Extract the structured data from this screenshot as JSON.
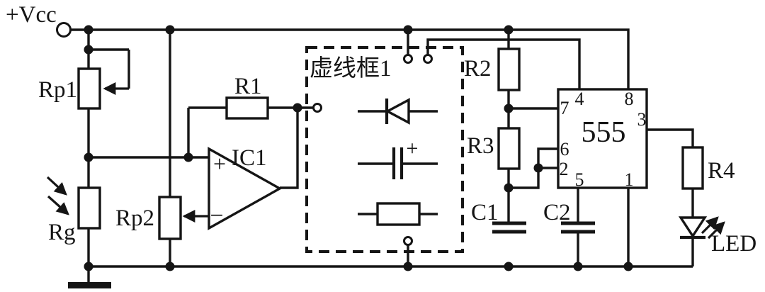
{
  "colors": {
    "ink": "#151515",
    "background": "#ffffff"
  },
  "power": {
    "vcc": "+Vcc"
  },
  "resistors": {
    "rp1": "Rp1",
    "rg": "Rg",
    "rp2": "Rp2",
    "r1": "R1",
    "r2": "R2",
    "r3": "R3",
    "r4": "R4"
  },
  "capacitors": {
    "c1": "C1",
    "c2": "C2"
  },
  "opamp": {
    "label": "IC1",
    "noninverting": "+",
    "inverting": "−"
  },
  "dashed_box": {
    "title": "虚线框1",
    "capacitor_plus": "+"
  },
  "timer": {
    "label": "555",
    "pins": {
      "p1": "1",
      "p2": "2",
      "p3": "3",
      "p4": "4",
      "p5": "5",
      "p6": "6",
      "p7": "7",
      "p8": "8"
    }
  },
  "led": {
    "label": "LED"
  }
}
